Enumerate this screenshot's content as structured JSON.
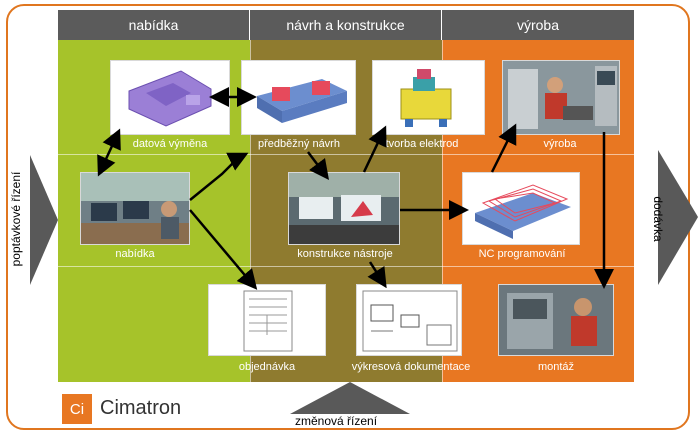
{
  "columns": [
    {
      "title": "nabídka",
      "color": "#a6c32a"
    },
    {
      "title": "návrh a konstrukce",
      "color": "#8f7b2f"
    },
    {
      "title": "výroba",
      "color": "#e87722"
    }
  ],
  "left_arrow_label": "poptávkové řízení",
  "right_arrow_label": "dodávka",
  "bottom_arrow_label": "změnová řízení",
  "logo": {
    "mark": "Ci",
    "name": "Cimatron"
  },
  "nodes": {
    "datova_vymena": "datová výměna",
    "predbezny_navrh": "předběžný návrh",
    "tvorba_elektrod": "tvorba elektrod",
    "vyroba": "výroba",
    "nabidka": "nabídka",
    "konstrukce_nastroje": "konstrukce nástroje",
    "nc_programovani": "NC programování",
    "objednavka": "objednávka",
    "vykresova_dokumentace": "výkresová dokumentace",
    "montaz": "montáž"
  }
}
